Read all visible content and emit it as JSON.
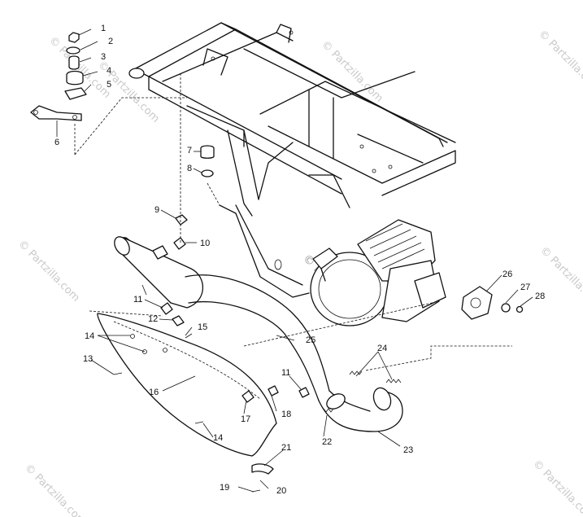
{
  "watermark": {
    "text": "© Partzilla.com"
  },
  "callouts": [
    {
      "id": "1",
      "label": "1"
    },
    {
      "id": "2",
      "label": "2"
    },
    {
      "id": "3",
      "label": "3"
    },
    {
      "id": "4",
      "label": "4"
    },
    {
      "id": "5",
      "label": "5"
    },
    {
      "id": "6",
      "label": "6"
    },
    {
      "id": "7",
      "label": "7"
    },
    {
      "id": "8",
      "label": "8"
    },
    {
      "id": "9",
      "label": "9"
    },
    {
      "id": "10",
      "label": "10"
    },
    {
      "id": "11a",
      "label": "11"
    },
    {
      "id": "11b",
      "label": "11"
    },
    {
      "id": "12",
      "label": "12"
    },
    {
      "id": "13",
      "label": "13"
    },
    {
      "id": "14a",
      "label": "14"
    },
    {
      "id": "14b",
      "label": "14"
    },
    {
      "id": "15",
      "label": "15"
    },
    {
      "id": "16",
      "label": "16"
    },
    {
      "id": "17",
      "label": "17"
    },
    {
      "id": "18",
      "label": "18"
    },
    {
      "id": "19",
      "label": "19"
    },
    {
      "id": "20",
      "label": "20"
    },
    {
      "id": "21",
      "label": "21"
    },
    {
      "id": "22",
      "label": "22"
    },
    {
      "id": "23",
      "label": "23"
    },
    {
      "id": "24",
      "label": "24"
    },
    {
      "id": "25",
      "label": "25"
    },
    {
      "id": "26",
      "label": "26"
    },
    {
      "id": "27",
      "label": "27"
    },
    {
      "id": "28",
      "label": "28"
    }
  ]
}
